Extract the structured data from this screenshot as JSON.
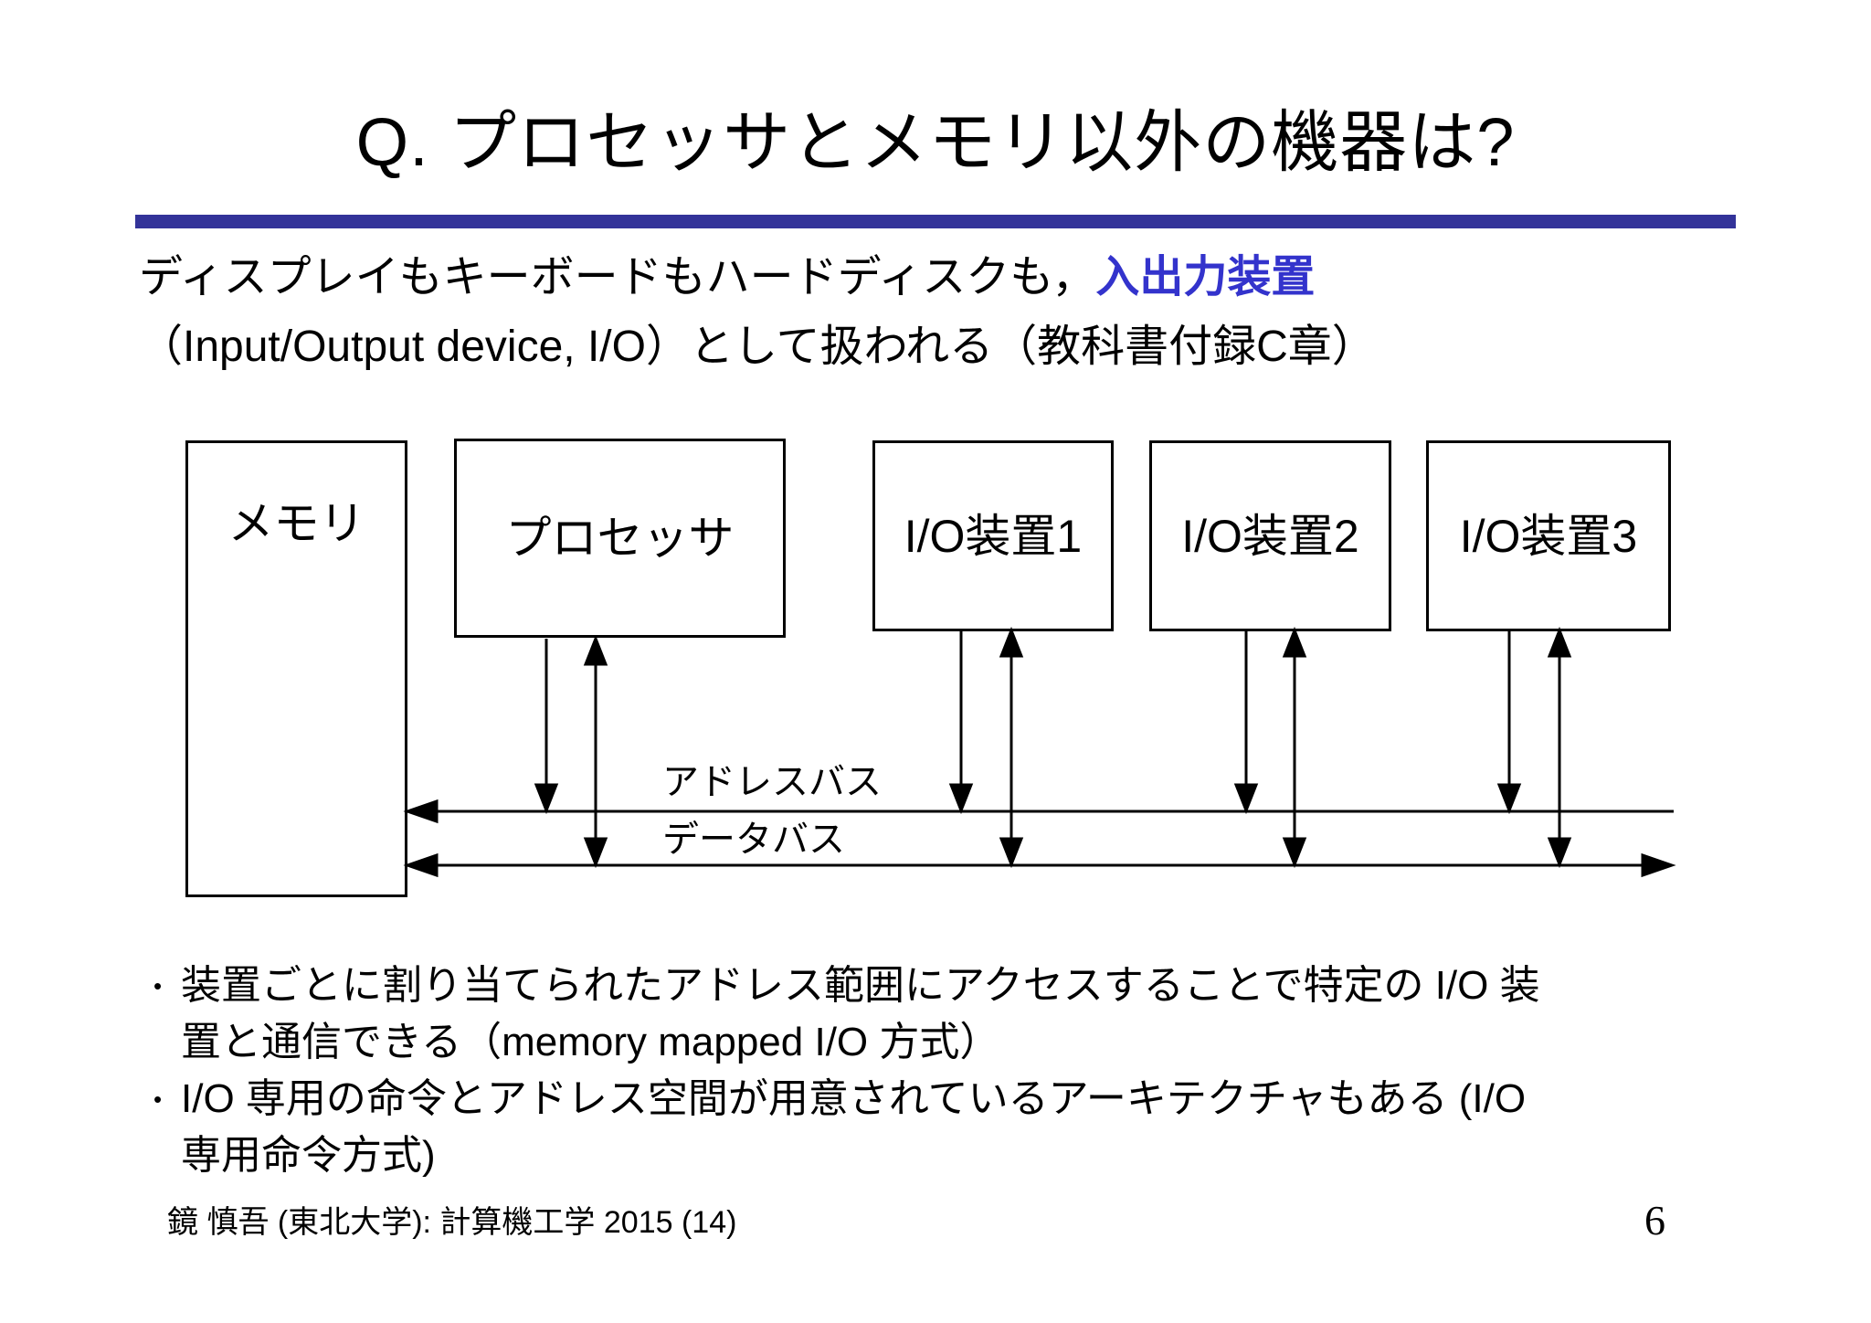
{
  "slide": {
    "title": "Q. プロセッサとメモリ以外の機器は?",
    "footer": "鏡 慎吾 (東北大学): 計算機工学 2015 (14)",
    "page_number": "6"
  },
  "intro": {
    "line1_black": "ディスプレイもキーボードもハードディスクも，",
    "line1_blue": "入出力装置",
    "line2": "（Input/Output device, I/O）として扱われる（教科書付録C章）"
  },
  "diagram": {
    "boxes": [
      {
        "id": "memory",
        "label": "メモリ"
      },
      {
        "id": "processor",
        "label": "プロセッサ"
      },
      {
        "id": "io1",
        "label": "I/O装置1"
      },
      {
        "id": "io2",
        "label": "I/O装置2"
      },
      {
        "id": "io3",
        "label": "I/O装置3"
      }
    ],
    "bus_labels": {
      "address": "アドレスバス",
      "data": "データバス"
    }
  },
  "bullets": [
    {
      "marker": "•",
      "lines": [
        "装置ごとに割り当てられたアドレス範囲にアクセスすることで特定の I/O 装",
        "置と通信できる（memory mapped I/O 方式）"
      ]
    },
    {
      "marker": "•",
      "lines": [
        "I/O 専用の命令とアドレス空間が用意されているアーキテクチャもある (I/O",
        "専用命令方式)"
      ]
    }
  ],
  "colors": {
    "accent_bar": "#333399",
    "highlight_text": "#3333CC"
  }
}
